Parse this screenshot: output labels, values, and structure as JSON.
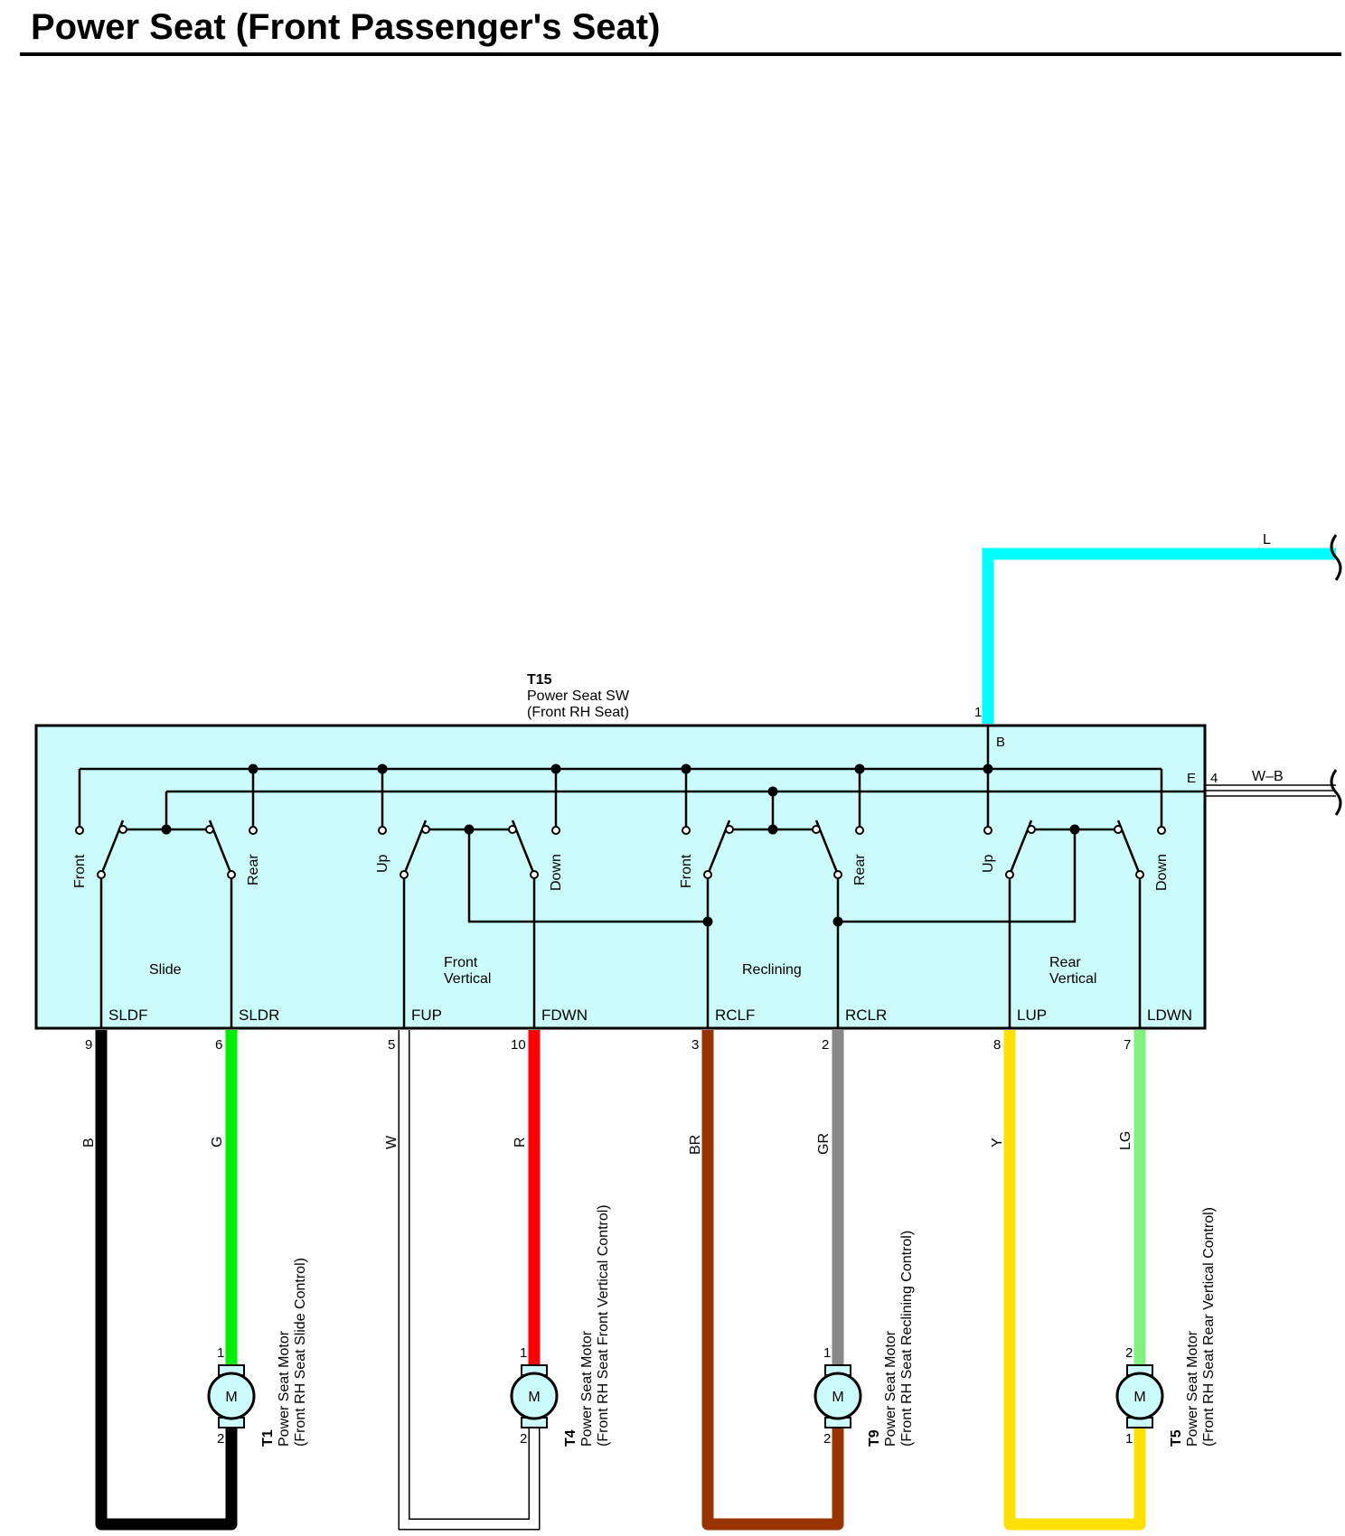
{
  "title": "Power Seat (Front Passenger's Seat)",
  "switch": {
    "id": "T15",
    "name": "Power Seat SW",
    "sub": "(Front RH Seat)",
    "power_pin": "1",
    "power_label": "B",
    "ground_label": "E",
    "ground_pin": "4"
  },
  "wires": {
    "power_color_code": "L",
    "ground_color_code": "W–B"
  },
  "groups": [
    {
      "name": "Slide",
      "left": "Front",
      "right": "Rear"
    },
    {
      "name1": "Front",
      "name2": "Vertical",
      "left": "Up",
      "right": "Down"
    },
    {
      "name": "Reclining",
      "left": "Front",
      "right": "Rear"
    },
    {
      "name1": "Rear",
      "name2": "Vertical",
      "left": "Up",
      "right": "Down"
    }
  ],
  "terminals": [
    {
      "sig": "SLDF",
      "pin": "9",
      "wire": "B"
    },
    {
      "sig": "SLDR",
      "pin": "6",
      "wire": "G"
    },
    {
      "sig": "FUP",
      "pin": "5",
      "wire": "W"
    },
    {
      "sig": "FDWN",
      "pin": "10",
      "wire": "R"
    },
    {
      "sig": "RCLF",
      "pin": "3",
      "wire": "BR"
    },
    {
      "sig": "RCLR",
      "pin": "2",
      "wire": "GR"
    },
    {
      "sig": "LUP",
      "pin": "8",
      "wire": "Y"
    },
    {
      "sig": "LDWN",
      "pin": "7",
      "wire": "LG"
    }
  ],
  "motors": [
    {
      "id": "T1",
      "name": "Power Seat Motor",
      "desc": "(Front RH Seat Slide Control)",
      "pin_top": "1",
      "pin_bottom": "2",
      "symbol": "M"
    },
    {
      "id": "T4",
      "name": "Power Seat Motor",
      "desc": "(Front RH Seat Front Vertical Control)",
      "pin_top": "1",
      "pin_bottom": "2",
      "symbol": "M"
    },
    {
      "id": "T9",
      "name": "Power Seat Motor",
      "desc": "(Front RH Seat Reclining Control)",
      "pin_top": "1",
      "pin_bottom": "2",
      "symbol": "M"
    },
    {
      "id": "T5",
      "name": "Power Seat Motor",
      "desc": "(Front RH Seat Rear Vertical Control)",
      "pin_top": "2",
      "pin_bottom": "1",
      "symbol": "M"
    }
  ],
  "colors": {
    "box_fill": "#ccfbfb",
    "L": "#00ffff",
    "B": "#000000",
    "G": "#00ee00",
    "W": "#ffffff",
    "R": "#ff0000",
    "BR": "#993300",
    "GR": "#888888",
    "Y": "#ffe000",
    "LG": "#80f080"
  }
}
